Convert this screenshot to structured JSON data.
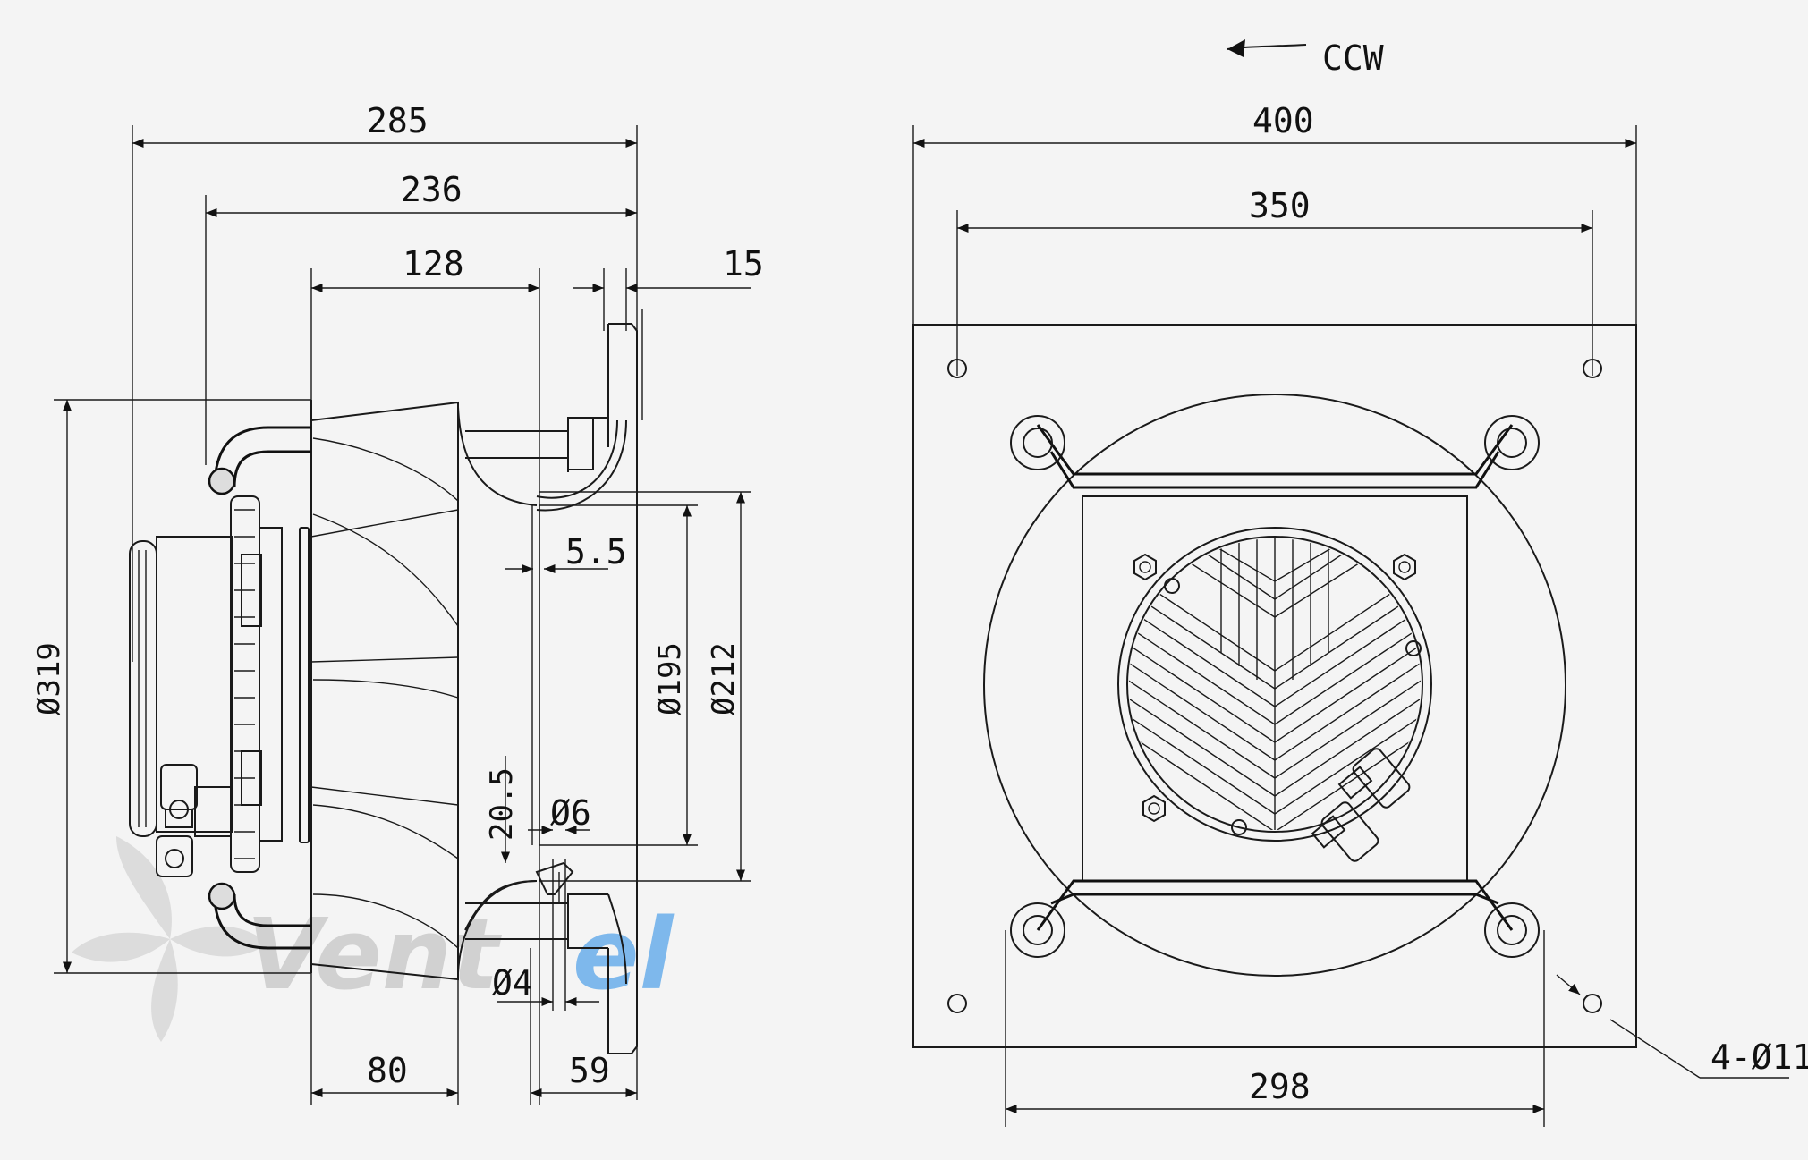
{
  "diagram": {
    "rotation_label": "CCW",
    "side_view": {
      "overall_length": "285",
      "length_236": "236",
      "length_128": "128",
      "flange_thickness": "15",
      "inlet_offset": "5.5",
      "dia_319": "Ø319",
      "dia_195": "Ø195",
      "dia_212": "Ø212",
      "dim_20_5": "20.5",
      "dia_6": "Ø6",
      "dia_4": "Ø4",
      "len_80": "80",
      "len_59": "59"
    },
    "front_view": {
      "plate_width": "400",
      "hole_spacing": "350",
      "bracket_width": "298",
      "mounting_holes": "4-Ø11"
    },
    "watermark": {
      "text_grey": "Vent",
      "text_blue": "el",
      "color_grey": "#b5b5b5",
      "color_blue": "#1e88e5"
    }
  }
}
